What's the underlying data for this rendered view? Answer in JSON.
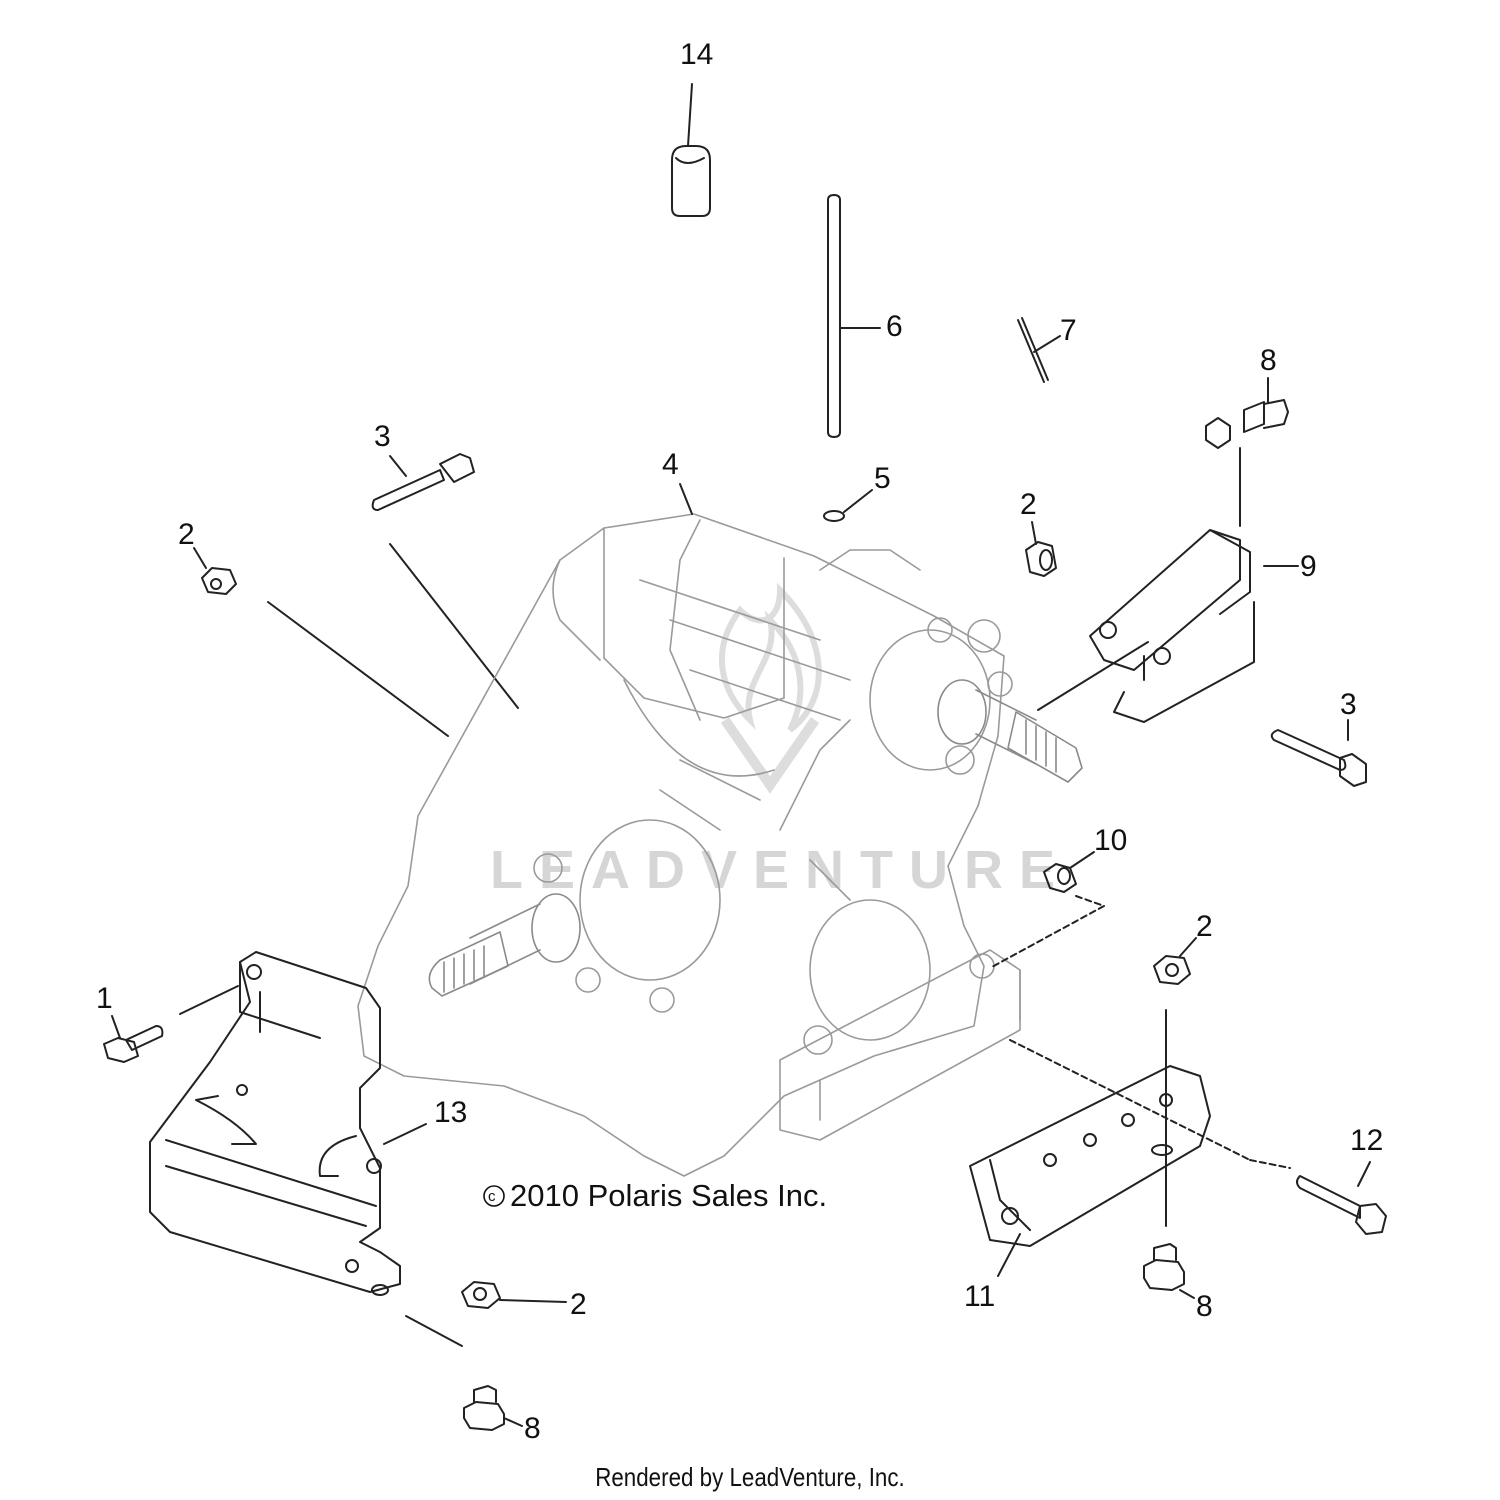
{
  "callouts": {
    "c14": "14",
    "c6": "6",
    "c7": "7",
    "c8_top": "8",
    "c3_left": "3",
    "c4": "4",
    "c5": "5",
    "c2_top_left": "2",
    "c2_center": "2",
    "c9": "9",
    "c3_right": "3",
    "c10": "10",
    "c2_right": "2",
    "c1": "1",
    "c13": "13",
    "c12": "12",
    "c11": "11",
    "c8_right": "8",
    "c2_bottom": "2",
    "c8_bottom": "8"
  },
  "copyright": "2010 Polaris Sales Inc.",
  "copyright_symbol": "c",
  "watermark": "LEADVENTURE",
  "footer": "Rendered by LeadVenture, Inc."
}
